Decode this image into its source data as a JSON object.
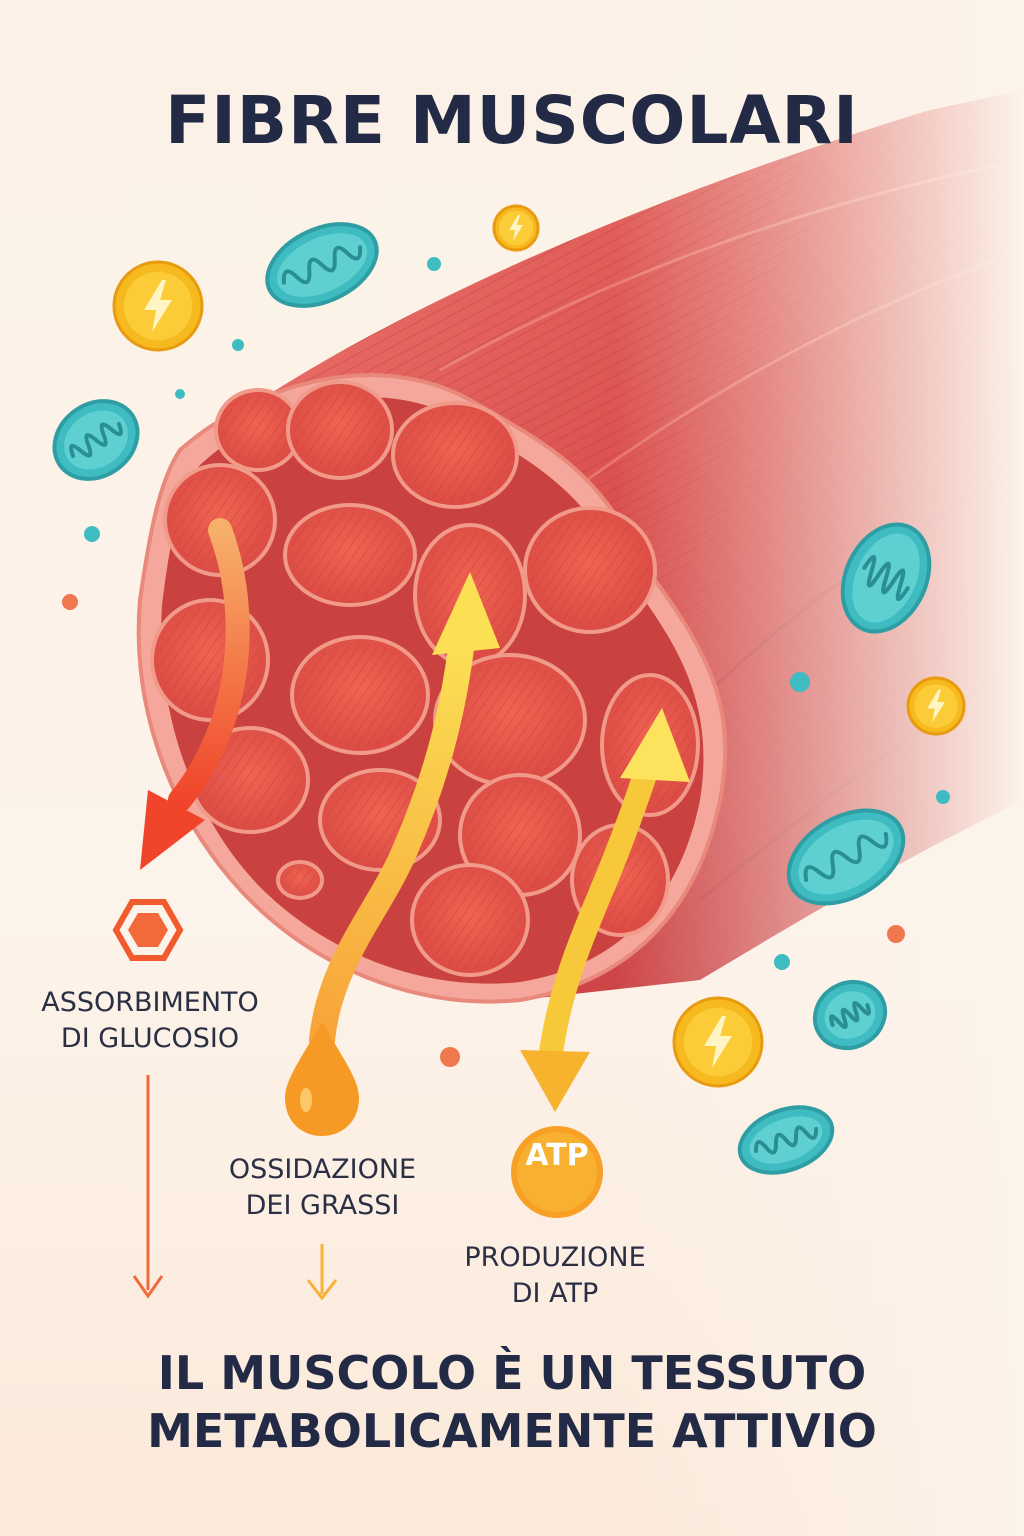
{
  "title": "FIBRE MUSCOLARI",
  "labels": {
    "glucose": [
      "ASSORBIMENTO",
      "DI GLUCOSIO"
    ],
    "fat": [
      "OSSIDAZIONE",
      "DEI GRASSI"
    ],
    "atp": [
      "PRODUZIONE",
      "DI ATP"
    ]
  },
  "atp_badge": "ATP",
  "bottom_text": [
    "IL MUSCOLO È UN TESSUTO",
    "METABOLICAMENTE ATTIVIO"
  ],
  "colors": {
    "muscle": "#d94e4c",
    "muscle_light": "#ef7c72",
    "fiber_cut": "#e8584a",
    "mitochondria": "#3fbcc1",
    "energy_coin": "#f6b91e",
    "glucose_arrow": "#f2642e",
    "fat_arrow": "#f7b13b",
    "atp_arrow": "#f7c93a",
    "text_dark": "#232a45"
  },
  "icons": [
    "lightning-icon",
    "mitochondrion-icon",
    "hexagon-glucose-icon",
    "fat-droplet-icon",
    "atp-badge-icon"
  ]
}
